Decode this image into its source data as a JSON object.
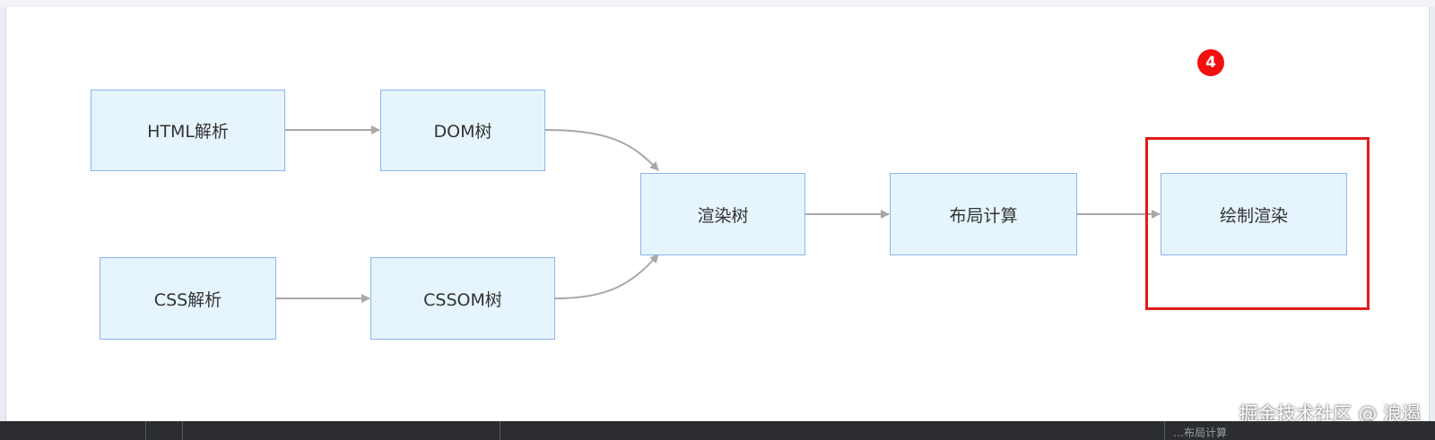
{
  "diagram": {
    "nodes": {
      "html_parse": "HTML解析",
      "dom_tree": "DOM树",
      "css_parse": "CSS解析",
      "cssom_tree": "CSSOM树",
      "render_tree": "渲染树",
      "layout": "布局计算",
      "paint": "绘制渲染"
    },
    "step_badge": "4"
  },
  "watermark": "掘金技术社区 @ 浪遏",
  "bottom_bar_text": "…布局计算",
  "colors": {
    "node_fill": "#e6f5fd",
    "node_border": "#8ab3ef",
    "edge": "#a8a8a8",
    "highlight": "#e21b1b",
    "badge": "#f20f0f"
  }
}
